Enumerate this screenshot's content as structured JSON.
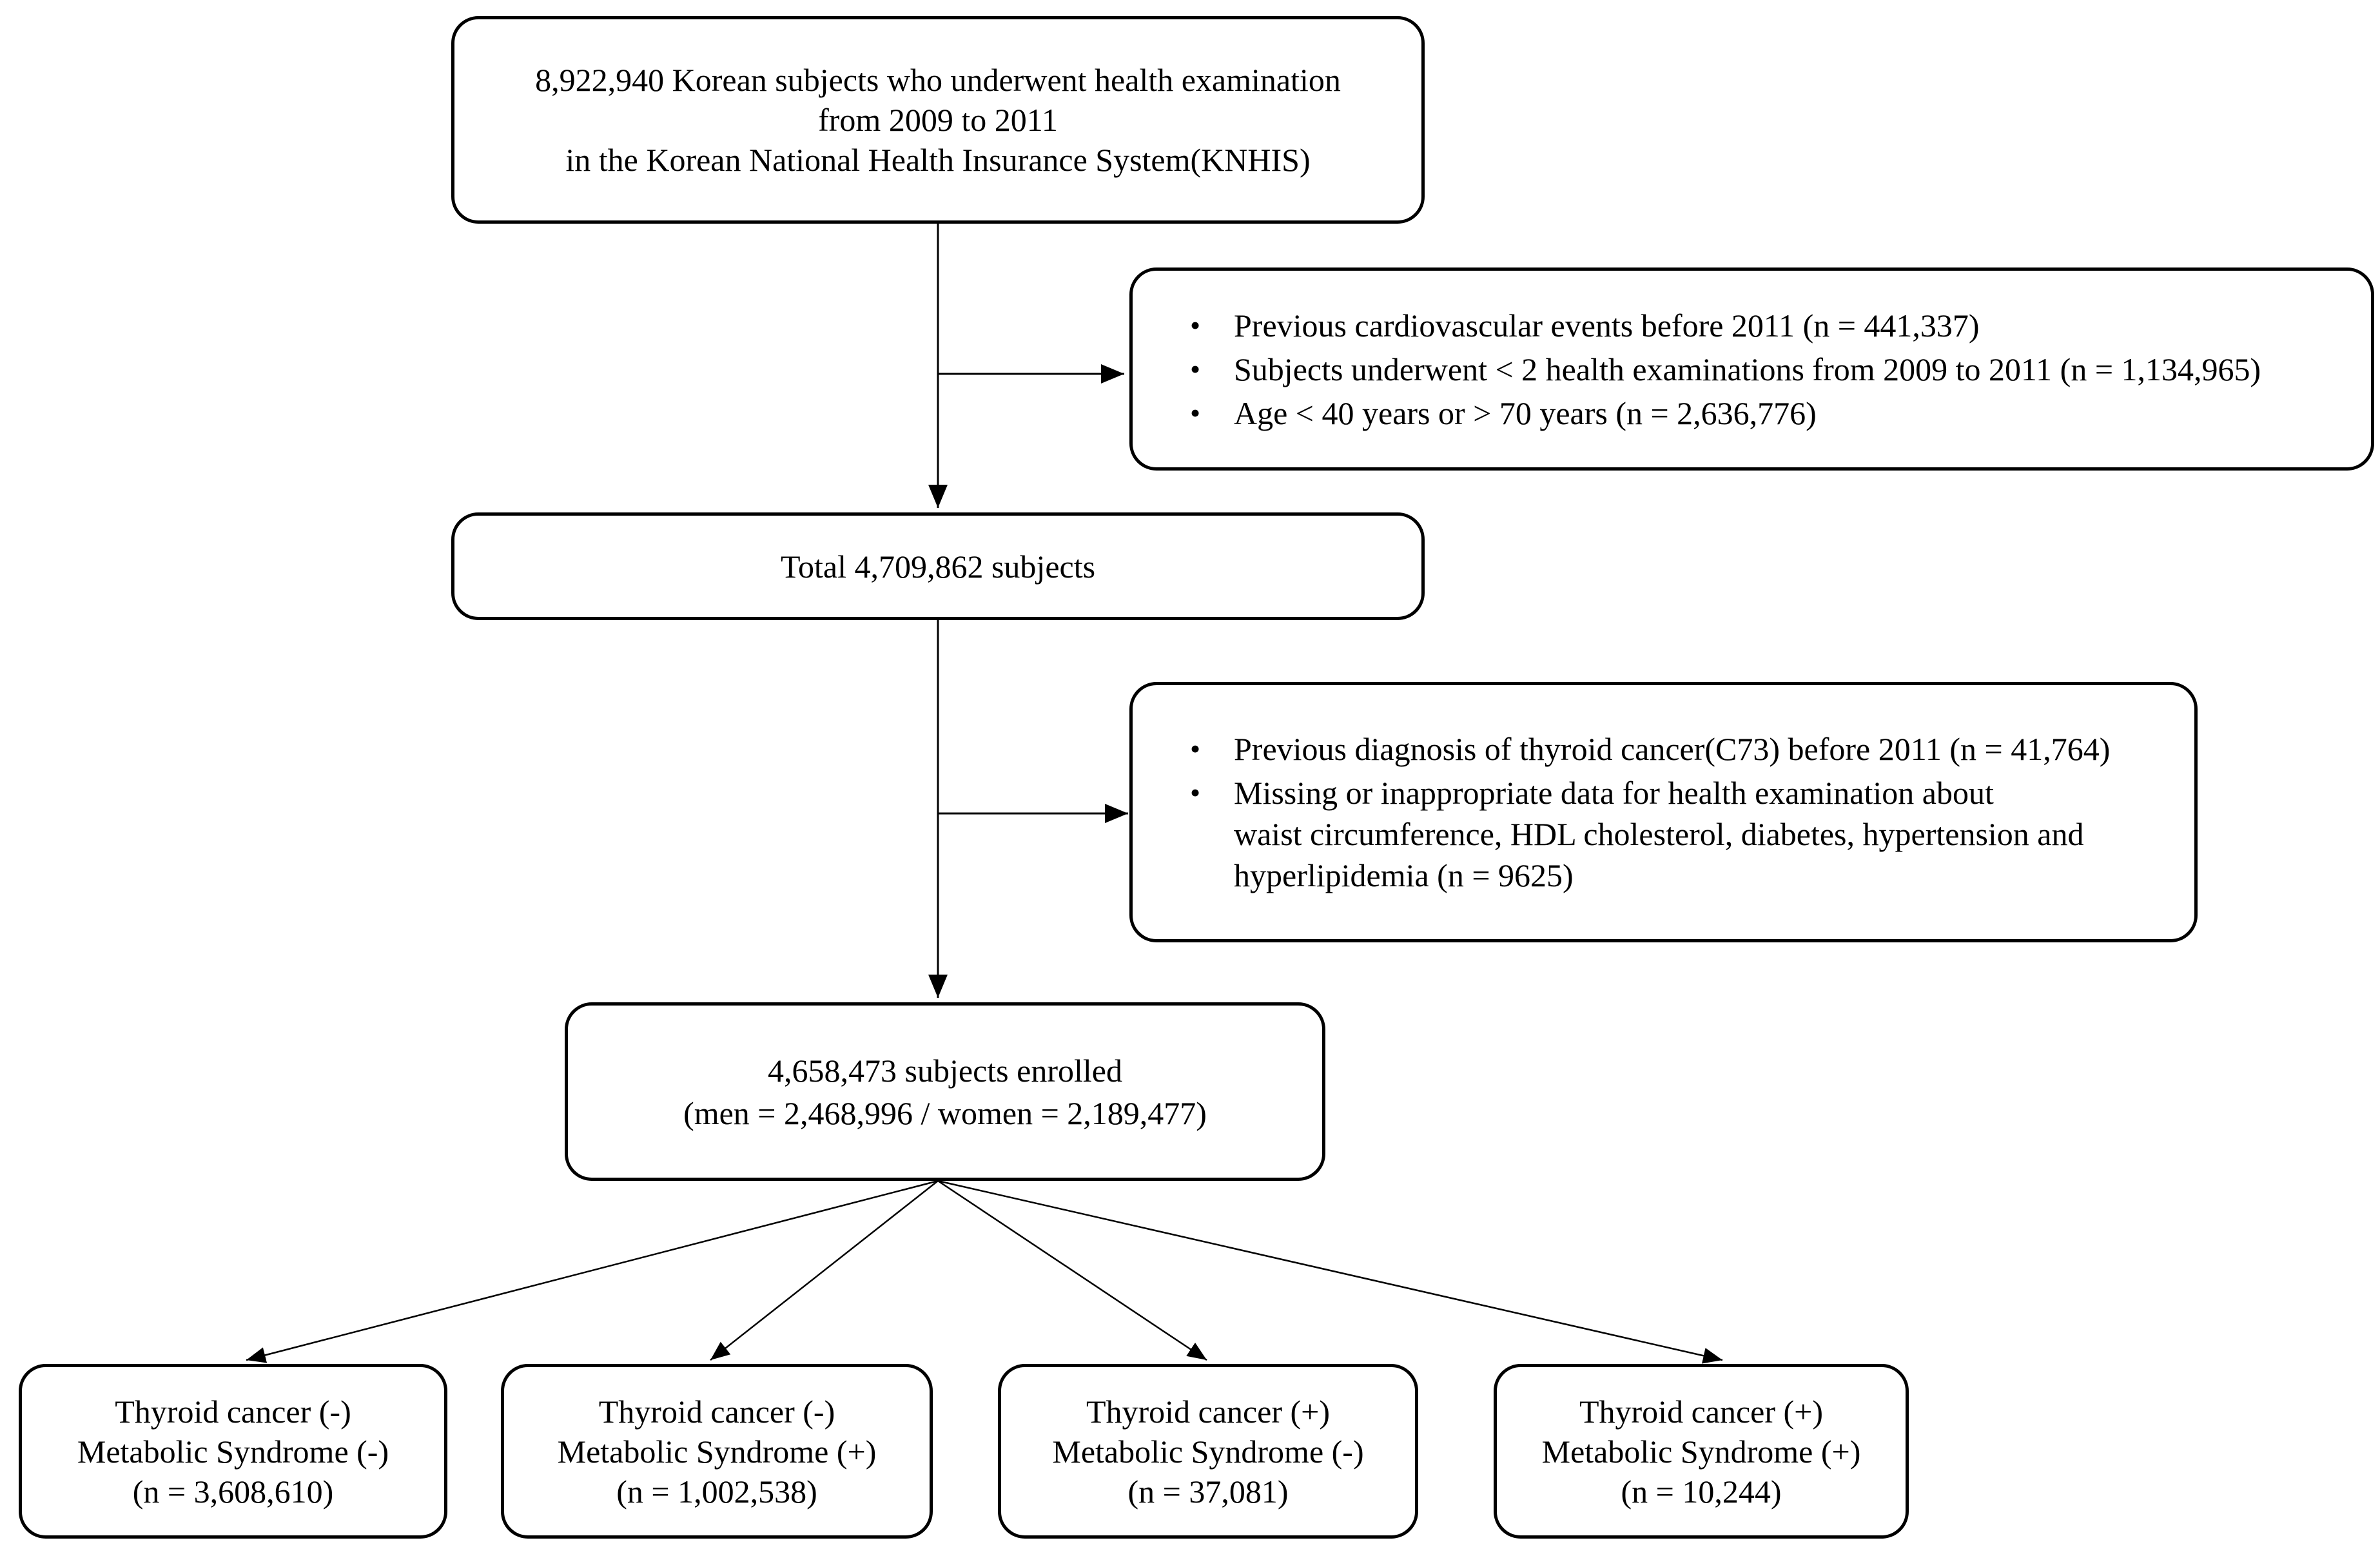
{
  "colors": {
    "background": "#ffffff",
    "box_border": "#000000",
    "connector": "#000000",
    "text": "#000000"
  },
  "flow": {
    "source_box": {
      "lines": [
        "8,922,940 Korean subjects who underwent health examination",
        "from 2009 to 2011",
        "in the Korean National Health Insurance System(KNHIS)"
      ]
    },
    "exclusion_box_1": {
      "bullets": [
        {
          "lines": [
            "Previous cardiovascular events before 2011 (n = 441,337)"
          ]
        },
        {
          "lines": [
            "Subjects underwent < 2 health examinations from 2009 to 2011 (n = 1,134,965)"
          ]
        },
        {
          "lines": [
            "Age < 40 years or > 70 years (n = 2,636,776)"
          ]
        }
      ]
    },
    "total_box": {
      "text": "Total 4,709,862 subjects"
    },
    "exclusion_box_2": {
      "bullets": [
        {
          "lines": [
            "Previous diagnosis of thyroid cancer(C73) before 2011 (n = 41,764)"
          ]
        },
        {
          "lines": [
            "Missing or inappropriate data for health examination about",
            "waist circumference, HDL cholesterol, diabetes, hypertension and",
            "hyperlipidemia (n = 9625)"
          ]
        }
      ]
    },
    "enrolled_box": {
      "lines": [
        "4,658,473 subjects enrolled",
        "(men = 2,468,996 / women = 2,189,477)"
      ]
    },
    "outcome_boxes": [
      {
        "lines": [
          "Thyroid cancer (-)",
          "Metabolic Syndrome (-)",
          "(n = 3,608,610)"
        ]
      },
      {
        "lines": [
          "Thyroid cancer (-)",
          "Metabolic Syndrome (+)",
          "(n = 1,002,538)"
        ]
      },
      {
        "lines": [
          "Thyroid cancer (+)",
          "Metabolic Syndrome (-)",
          "(n = 37,081)"
        ]
      },
      {
        "lines": [
          "Thyroid cancer (+)",
          "Metabolic Syndrome (+)",
          "(n = 10,244)"
        ]
      }
    ]
  }
}
